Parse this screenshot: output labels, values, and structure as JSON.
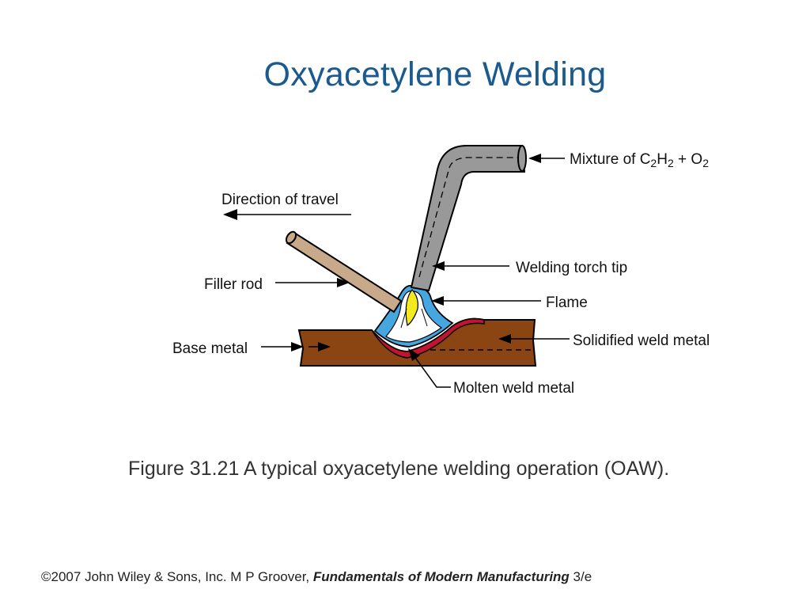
{
  "slide": {
    "title": "Oxyacetylene Welding",
    "caption": "Figure 31.21  A typical oxyacetylene welding operation (OAW).",
    "footer": {
      "prefix": "©2007 John Wiley & Sons, Inc.  M P Groover, ",
      "book_title": "Fundamentals of Modern Manufacturing",
      "suffix": " 3/e"
    }
  },
  "diagram": {
    "labels": {
      "mixture_prefix": "Mixture of C",
      "mixture_h": "H",
      "mixture_plus": " + O",
      "sub_2": "2",
      "direction": "Direction of travel",
      "filler_rod": "Filler rod",
      "base_metal": "Base metal",
      "torch_tip": "Welding torch tip",
      "flame": "Flame",
      "solidified": "Solidified weld metal",
      "molten": "Molten weld metal"
    },
    "colors": {
      "torch": "#999999",
      "filler_rod": "#c8aa8b",
      "base_metal": "#8b4513",
      "flame_outer": "#45a6e0",
      "flame_inner": "#ffffff",
      "flame_core": "#f2ea1f",
      "molten_weld": "#c1152f"
    }
  }
}
